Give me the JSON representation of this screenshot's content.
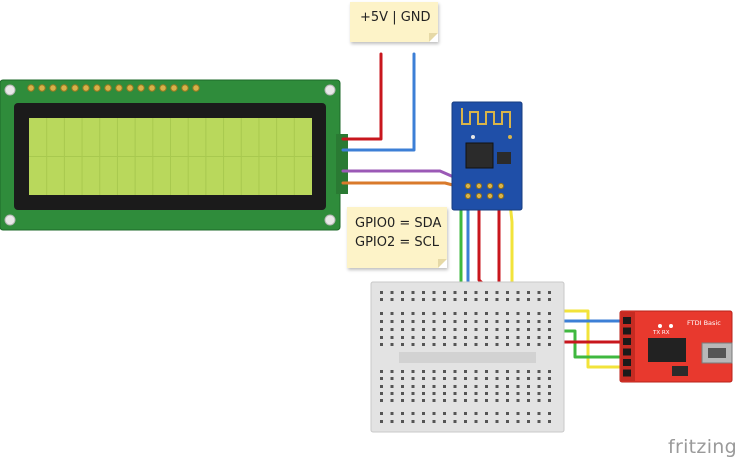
{
  "notes": {
    "power": "+5V | GND",
    "gpio_line1": "GPIO0 = SDA",
    "gpio_line2": "GPIO2 = SCL"
  },
  "ftdi": {
    "title": "FTDI Basic",
    "tx_rx": "TX RX"
  },
  "brand": "fritzing",
  "colors": {
    "pcb_green": "#2e8b3a",
    "lcd_screen": "#b7d65a",
    "esp_blue": "#1f4fa8",
    "ftdi_red": "#e8392e",
    "wire_red": "#c8161d",
    "wire_blue": "#3c7fd6",
    "wire_purple": "#9b59b6",
    "wire_orange": "#d97a2b",
    "wire_green": "#3fb83f",
    "wire_yellow": "#f2e33a"
  }
}
